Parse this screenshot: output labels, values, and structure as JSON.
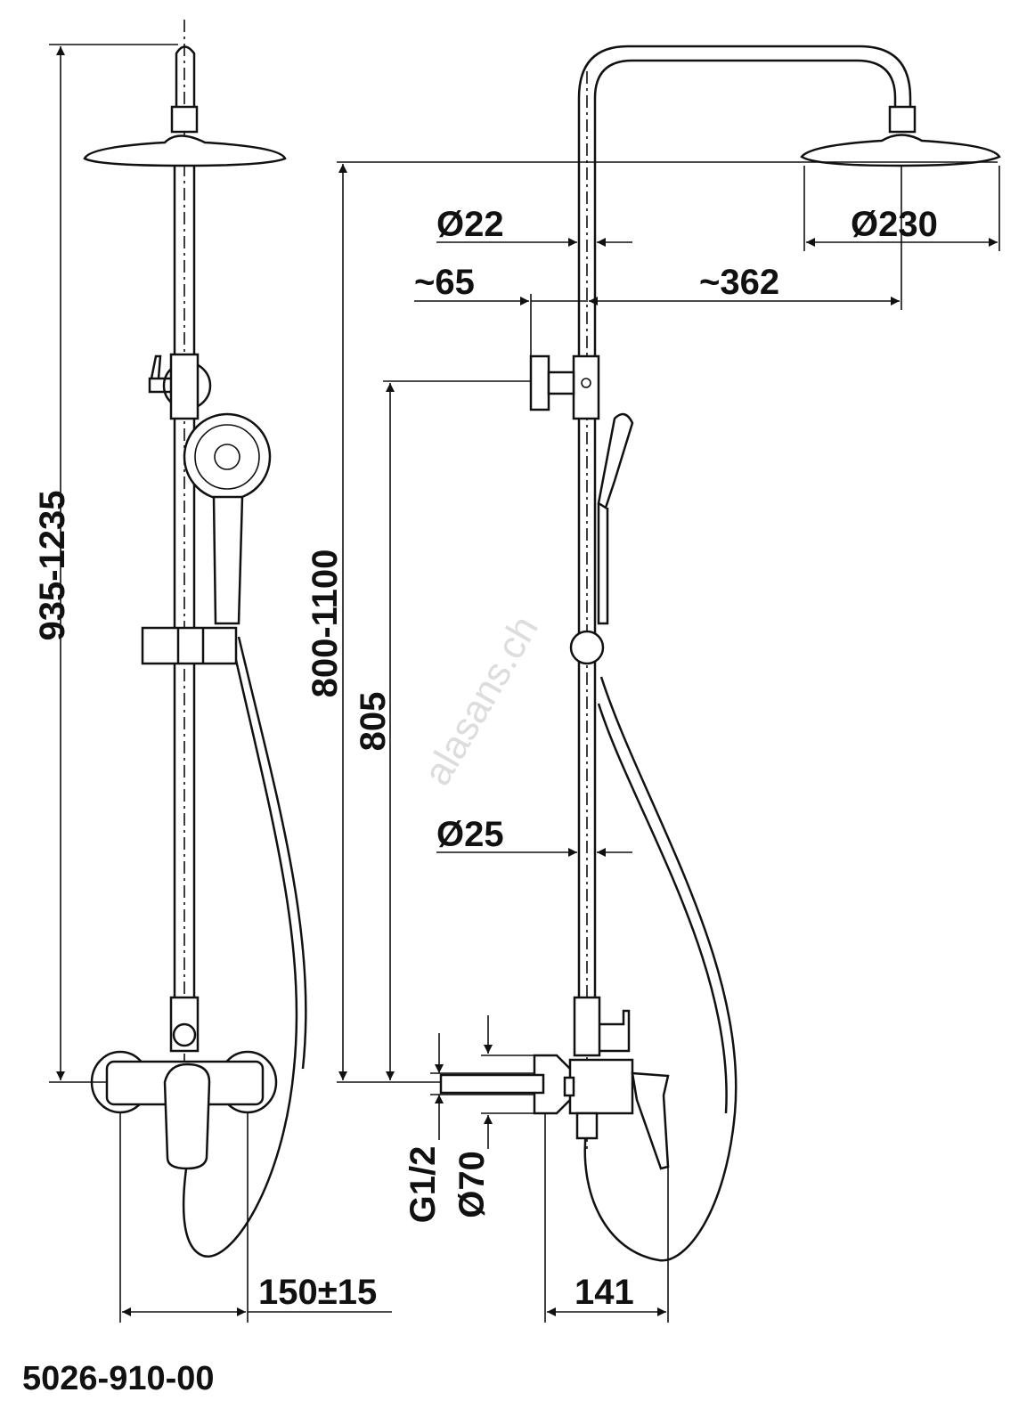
{
  "drawing": {
    "product_code": "5026-910-00",
    "watermark": "alasans.ch",
    "dimensions": {
      "total_height": "935-1235",
      "head_height": "800-1100",
      "holder_height": "805",
      "pipe_top_diameter": "Ø22",
      "head_diameter": "Ø230",
      "holder_offset": "~65",
      "arm_reach": "~362",
      "pipe_diameter": "Ø25",
      "thread": "G1/2",
      "flange_diameter": "Ø70",
      "inlet_spacing": "150±15",
      "mixer_depth": "141"
    }
  }
}
